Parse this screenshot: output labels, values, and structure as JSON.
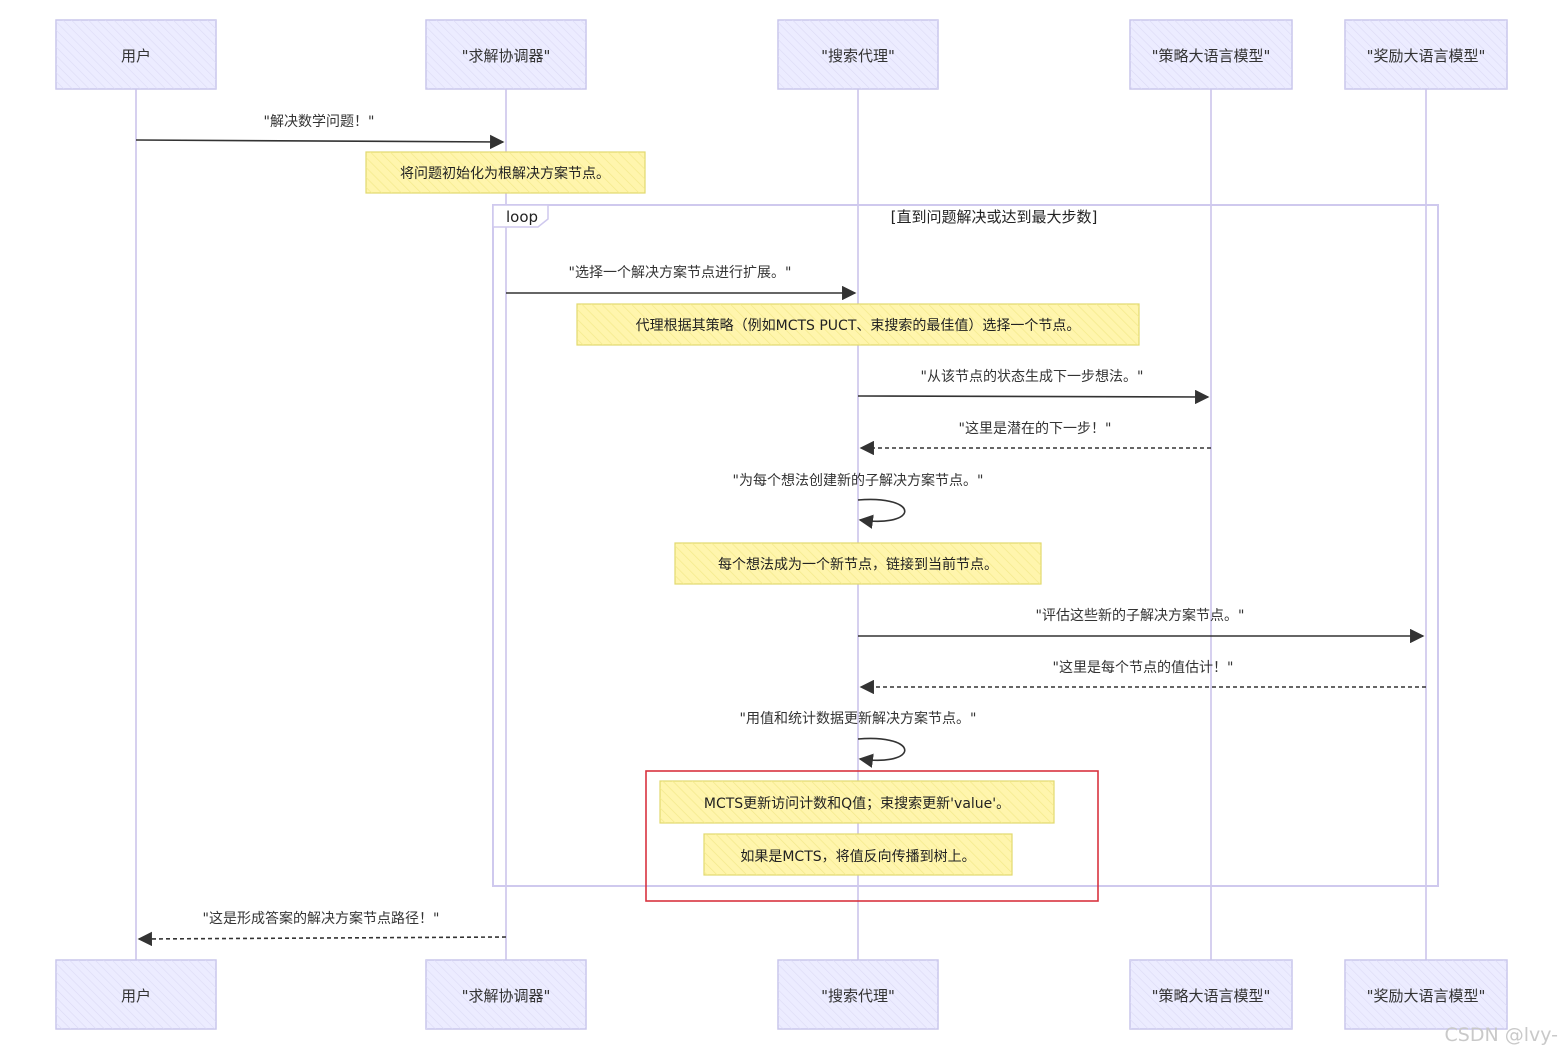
{
  "actors": [
    {
      "label": "用户"
    },
    {
      "label": "\"求解协调器\""
    },
    {
      "label": "\"搜索代理\""
    },
    {
      "label": "\"策略大语言模型\""
    },
    {
      "label": "\"奖励大语言模型\""
    }
  ],
  "messages": [
    {
      "text": "\"解决数学问题！\"",
      "from": 0,
      "to": 1,
      "style": "solid"
    },
    {
      "text": "\"选择一个解决方案节点进行扩展。\"",
      "from": 1,
      "to": 2,
      "style": "solid"
    },
    {
      "text": "\"从该节点的状态生成下一步想法。\"",
      "from": 2,
      "to": 3,
      "style": "solid"
    },
    {
      "text": "\"这里是潜在的下一步！\"",
      "from": 3,
      "to": 2,
      "style": "dashed"
    },
    {
      "text": "\"为每个想法创建新的子解决方案节点。\"",
      "from": 2,
      "to": 2,
      "style": "self"
    },
    {
      "text": "\"评估这些新的子解决方案节点。\"",
      "from": 2,
      "to": 4,
      "style": "solid"
    },
    {
      "text": "\"这里是每个节点的值估计！\"",
      "from": 4,
      "to": 2,
      "style": "dashed"
    },
    {
      "text": "\"用值和统计数据更新解决方案节点。\"",
      "from": 2,
      "to": 2,
      "style": "self"
    },
    {
      "text": "\"这是形成答案的解决方案节点路径！\"",
      "from": 1,
      "to": 0,
      "style": "dashed"
    }
  ],
  "notes": [
    {
      "text": "将问题初始化为根解决方案节点。"
    },
    {
      "text": "代理根据其策略（例如MCTS PUCT、束搜索的最佳值）选择一个节点。"
    },
    {
      "text": "每个想法成为一个新节点，链接到当前节点。"
    },
    {
      "text": "MCTS更新访问计数和Q值；束搜索更新'value'。"
    },
    {
      "text": "如果是MCTS，将值反向传播到树上。"
    }
  ],
  "loop": {
    "label": "loop",
    "condition": "[直到问题解决或达到最大步数]"
  },
  "highlight": {
    "color": "#d9333f"
  },
  "colors": {
    "actor_fill": "#ececff",
    "actor_stroke": "#c9c6ec",
    "lifeline": "#d6d0ef",
    "note_fill": "#fff5ad",
    "note_stroke": "#e1d96e",
    "loop_stroke": "#cfc9ee",
    "line": "#333333"
  },
  "watermark": "CSDN @lvy-"
}
